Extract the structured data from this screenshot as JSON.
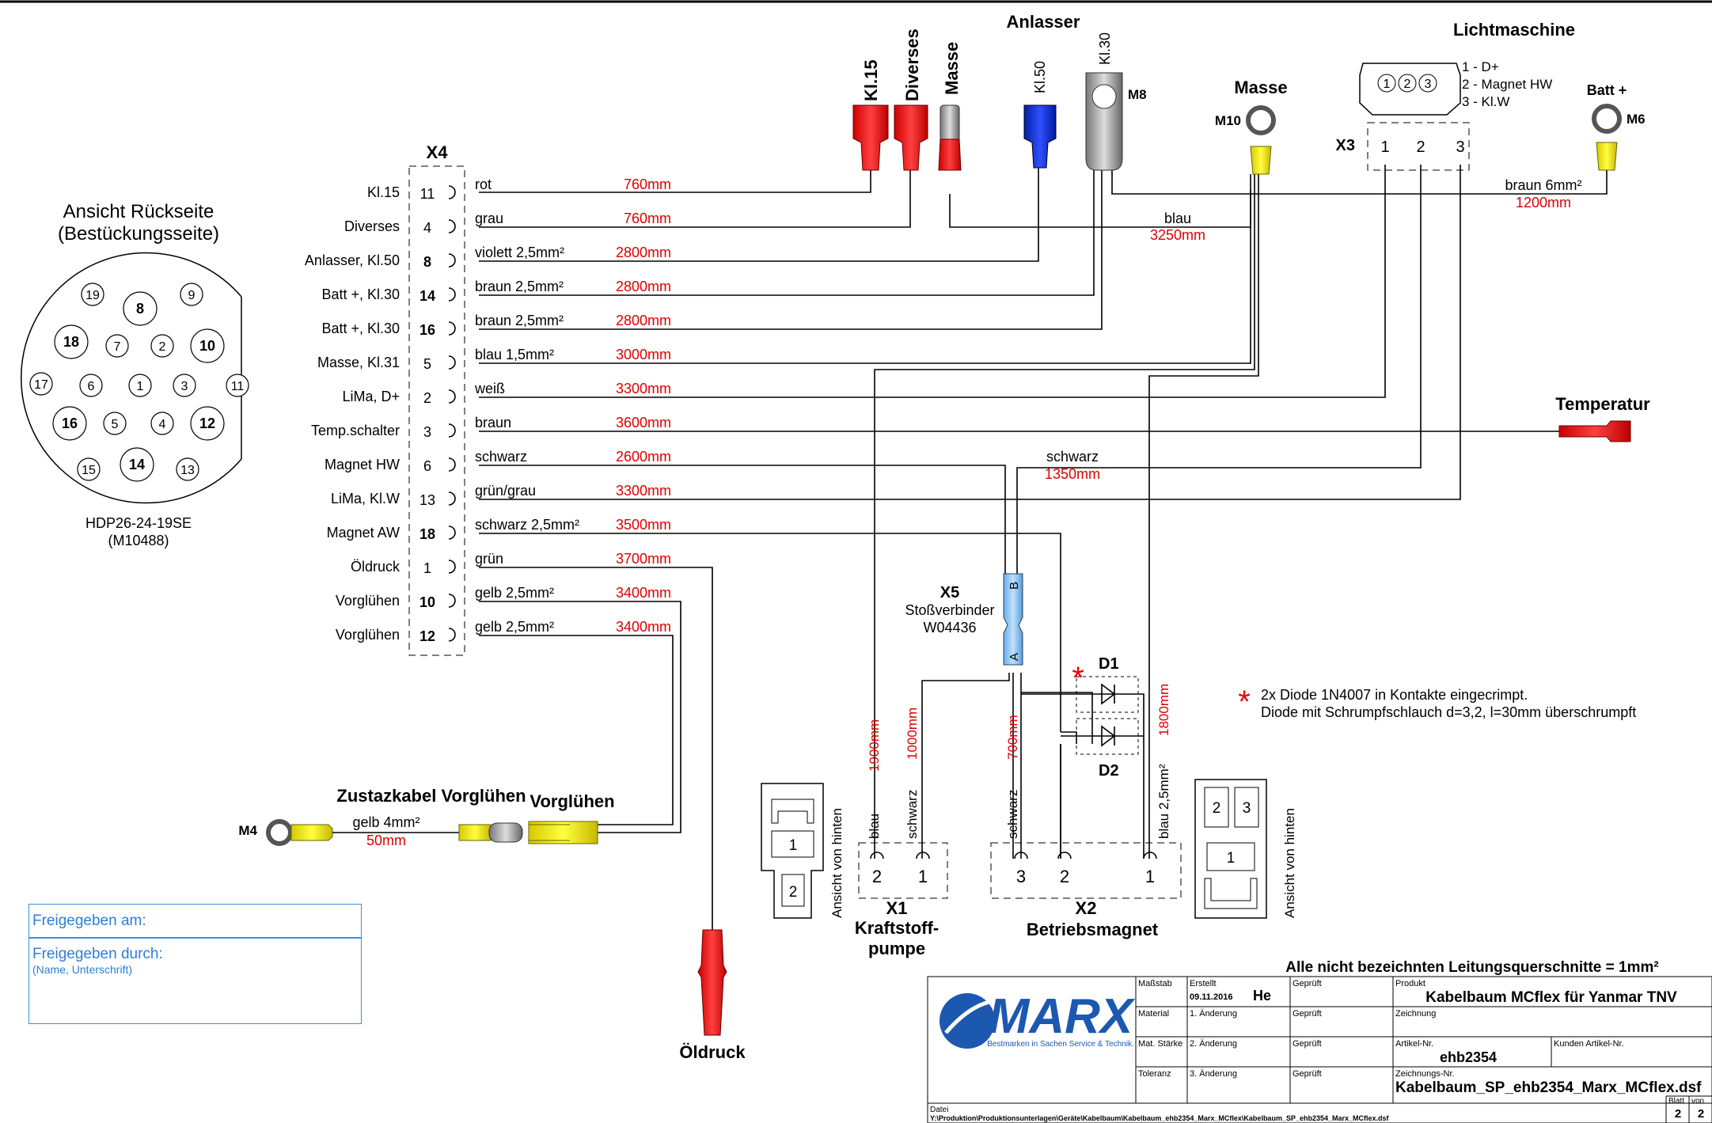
{
  "connector_view": {
    "title_line1": "Ansicht Rückseite",
    "title_line2": "(Bestückungsseite)",
    "part": "HDP26-24-19SE",
    "part_no": "(M10488)",
    "pins": [
      "19",
      "8",
      "9",
      "18",
      "7",
      "2",
      "10",
      "17",
      "6",
      "1",
      "3",
      "11",
      "16",
      "5",
      "4",
      "12",
      "15",
      "14",
      "13"
    ]
  },
  "x4": {
    "label": "X4",
    "rows": [
      {
        "name": "Kl.15",
        "pin": "11",
        "color": "rot",
        "length": "760mm"
      },
      {
        "name": "Diverses",
        "pin": "4",
        "color": "grau",
        "length": "760mm"
      },
      {
        "name": "Anlasser, Kl.50",
        "pin": "8",
        "color": "violett 2,5mm²",
        "length": "2800mm"
      },
      {
        "name": "Batt +, Kl.30",
        "pin": "14",
        "color": "braun 2,5mm²",
        "length": "2800mm"
      },
      {
        "name": "Batt +, Kl.30",
        "pin": "16",
        "color": "braun 2,5mm²",
        "length": "2800mm"
      },
      {
        "name": "Masse, Kl.31",
        "pin": "5",
        "color": "blau 1,5mm²",
        "length": "3000mm"
      },
      {
        "name": "LiMa, D+",
        "pin": "2",
        "color": "weiß",
        "length": "3300mm"
      },
      {
        "name": "Temp.schalter",
        "pin": "3",
        "color": "braun",
        "length": "3600mm"
      },
      {
        "name": "Magnet HW",
        "pin": "6",
        "color": "schwarz",
        "length": "2600mm"
      },
      {
        "name": "LiMa, Kl.W",
        "pin": "13",
        "color": "grün/grau",
        "length": "3300mm"
      },
      {
        "name": "Magnet AW",
        "pin": "18",
        "color": "schwarz 2,5mm²",
        "length": "3500mm"
      },
      {
        "name": "Öldruck",
        "pin": "1",
        "color": "grün",
        "length": "3700mm"
      },
      {
        "name": "Vorglühen",
        "pin": "10",
        "color": "gelb 2,5mm²",
        "length": "3400mm"
      },
      {
        "name": "Vorglühen",
        "pin": "12",
        "color": "gelb 2,5mm²",
        "length": "3400mm"
      }
    ]
  },
  "terminals": {
    "kl15": "Kl.15",
    "diverses": "Diverses",
    "masse_top": "Masse",
    "anlasser": "Anlasser",
    "kl50": "Kl.50",
    "kl30": "Kl.30",
    "m8": "M8",
    "masse": "Masse",
    "m10": "M10",
    "lima": "Lichtmaschine",
    "lima_pins": [
      "1 - D+",
      "2 - Magnet HW",
      "3 - Kl.W"
    ],
    "lima_circle": [
      "1",
      "2",
      "3"
    ],
    "x3": "X3",
    "x3_pins": [
      "1",
      "2",
      "3"
    ],
    "batt": "Batt +",
    "m6": "M6",
    "temperatur": "Temperatur"
  },
  "wire_labels": {
    "blau": "blau",
    "blau_len": "3250mm",
    "braun6": "braun 6mm²",
    "braun6_len": "1200mm",
    "schwarz": "schwarz",
    "schwarz_len": "1350mm"
  },
  "x5": {
    "label": "X5",
    "type": "Stoßverbinder",
    "part": "W04436",
    "a": "A",
    "b": "B"
  },
  "diodes": {
    "d1": "D1",
    "d2": "D2",
    "star": "*",
    "note1": "2x Diode 1N4007 in Kontakte eingecrimpt.",
    "note2": "Diode mit Schrumpfschlauch d=3,2, l=30mm überschrumpft"
  },
  "vertical": {
    "blau": "blau",
    "l1900": "1900mm",
    "schwarz1": "schwarz",
    "l1000": "1000mm",
    "schwarz2": "schwarz",
    "l700": "700mm",
    "blau25": "blau 2,5mm²",
    "l1800": "1800mm"
  },
  "x1": {
    "label": "X1",
    "name1": "Kraftstoff-",
    "name2": "pumpe",
    "pins": [
      "2",
      "1"
    ],
    "view": "Ansicht von hinten",
    "cav": [
      "1",
      "2"
    ]
  },
  "x2": {
    "label": "X2",
    "name": "Betriebsmagnet",
    "pins": [
      "3",
      "2",
      "1"
    ],
    "view": "Ansicht von hinten",
    "cav": [
      "2",
      "3",
      "1"
    ]
  },
  "vorgluehen": {
    "title": "Zustazkabel Vorglühen",
    "label": "Vorglühen",
    "m4": "M4",
    "wire": "gelb 4mm²",
    "len": "50mm"
  },
  "oeldruck": "Öldruck",
  "release": {
    "date": "Freigegeben am:",
    "by": "Freigegeben durch:",
    "by_sub": "(Name, Unterschrift)"
  },
  "titleblock": {
    "header": "Alle nicht bezeichnten Leitungsquerschnitte = 1mm²",
    "logo": "MARX",
    "slogan": "Bestmarken in Sachen Service & Technik.",
    "massstab": "Maßstab",
    "erstellt": "Erstellt",
    "date": "09.11.2016",
    "he": "He",
    "geprueft": "Geprüft",
    "produkt": "Produkt",
    "produkt_val": "Kabelbaum MCflex für Yanmar TNV",
    "material": "Material",
    "aend1": "1. Änderung",
    "zeichnung": "Zeichnung",
    "mat_staerke": "Mat. Stärke",
    "aend2": "2. Änderung",
    "artikel": "Artikel-Nr.",
    "artikel_val": "ehb2354",
    "kunden": "Kunden Artikel-Nr.",
    "toleranz": "Toleranz",
    "aend3": "3. Änderung",
    "zeich_nr": "Zeichnungs-Nr.",
    "zeich_val": "Kabelbaum_SP_ehb2354_Marx_MCflex.dsf",
    "datei": "Datei",
    "datei_val": "Y:\\Produktion\\Produktionsunterlagen\\Geräte\\Kabelbaum\\Kabelbaum_ehb2354_Marx_MCflex\\Kabelbaum_SP_ehb2354_Marx_MCflex.dsf",
    "blatt": "Blatt",
    "blatt_val": "2",
    "von": "von",
    "von_val": "2"
  }
}
